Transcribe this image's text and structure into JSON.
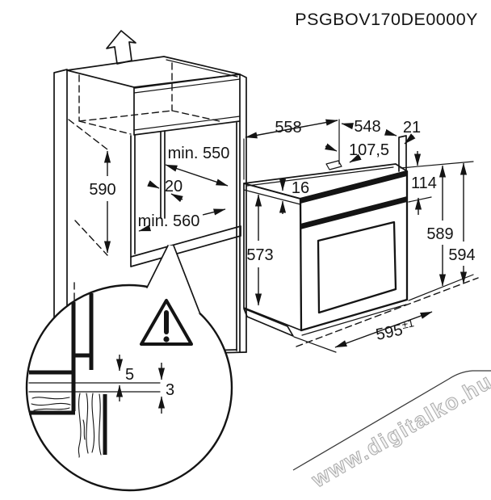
{
  "title": "PSGBOV170DE0000Y",
  "watermark": "www.digitalko.hu",
  "colors": {
    "line": "#141414",
    "background": "#ffffff",
    "watermark": "#a9a9a9"
  },
  "icons": {
    "up_arrow": "⇧",
    "warning_triangle": "⚠"
  },
  "cabinet": {
    "niche_height": "590",
    "top_depth": "min. 550",
    "rear_gap": "20",
    "bottom_depth": "min. 560"
  },
  "oven": {
    "depth_with_door": "558",
    "body_depth": "548",
    "rear_clearance": "21",
    "duct_offset": "107,5",
    "top_inset": "16",
    "fascia_height": "114",
    "body_height": "573",
    "front_height": "589",
    "total_height": "594",
    "width": "595",
    "width_tolerance": "±1"
  },
  "detail": {
    "gap_upper": "5",
    "gap_lower": "3"
  }
}
